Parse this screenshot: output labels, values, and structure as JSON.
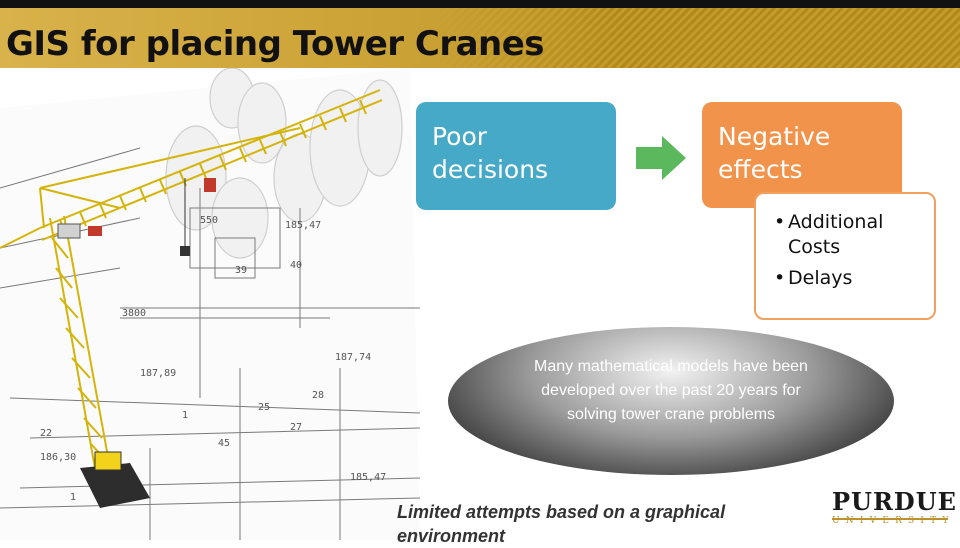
{
  "slide": {
    "title": "GIS for placing Tower Cranes"
  },
  "diagram": {
    "cause": "Poor decisions",
    "effect": "Negative effects",
    "effect_details": [
      "Additional Costs",
      "Delays"
    ]
  },
  "callout": {
    "text": "Many mathematical models have been developed over the past 20 years for solving tower crane problems"
  },
  "footnote": "Limited attempts based on a graphical environment",
  "logo": {
    "name": "PURDUE",
    "sub": "UNIVERSITY"
  },
  "colors": {
    "title_band": "#c59c2b",
    "cause_box": "#45a9c7",
    "effect_box": "#f1934a",
    "arrow": "#5cb85c",
    "crane": "#f2d21a"
  },
  "icons": [
    "right-arrow-icon",
    "tower-crane-image",
    "blueprint-image"
  ]
}
